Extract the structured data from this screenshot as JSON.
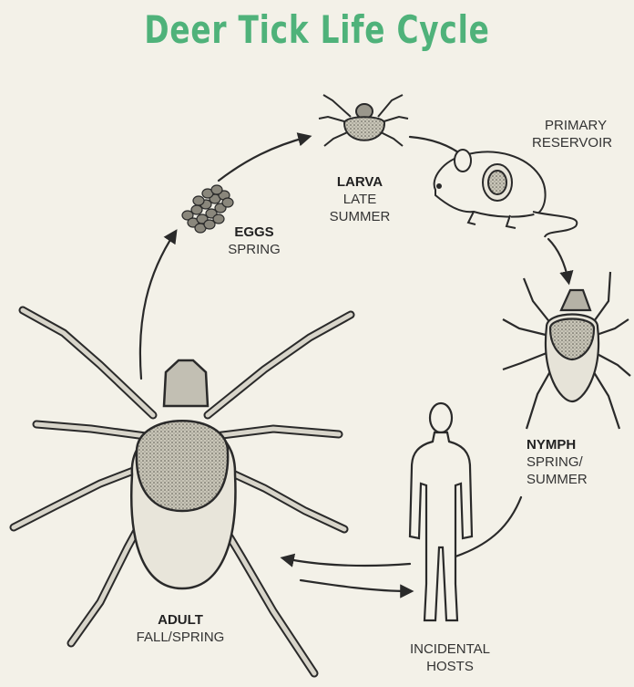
{
  "title": "Deer Tick Life Cycle",
  "stages": {
    "eggs": {
      "name": "EGGS",
      "season": "SPRING"
    },
    "larva": {
      "name": "LARVA",
      "season_line1": "LATE",
      "season_line2": "SUMMER"
    },
    "nymph": {
      "name": "NYMPH",
      "season_line1": "SPRING/",
      "season_line2": "SUMMER"
    },
    "adult": {
      "name": "ADULT",
      "season": "FALL/SPRING"
    }
  },
  "hosts": {
    "primary_line1": "PRIMARY",
    "primary_line2": "RESERVOIR",
    "incidental_line1": "INCIDENTAL",
    "incidental_line2": "HOSTS"
  },
  "colors": {
    "title": "#4fb27a",
    "background": "#f3f1e8",
    "ink": "#2a2a2a"
  },
  "icons": [
    "tick-egg-cluster-icon",
    "larva-tick-icon",
    "mouse-icon",
    "nymph-tick-icon",
    "adult-tick-icon",
    "human-silhouette-icon"
  ]
}
